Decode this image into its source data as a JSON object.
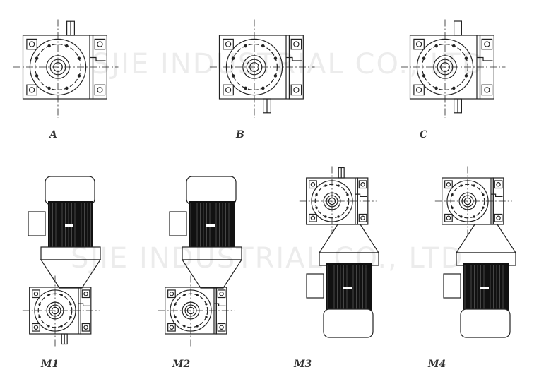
{
  "watermark": {
    "line1": "SJIE INDUSTRIAL CO., LTD",
    "line2": "SJIE INDUSTRIAL CO., LTD"
  },
  "labels": {
    "A": "A",
    "B": "B",
    "C": "C",
    "M1": "M1",
    "M2": "M2",
    "M3": "M3",
    "M4": "M4"
  },
  "colors": {
    "line": "#222222",
    "motor_body": "#111111"
  }
}
